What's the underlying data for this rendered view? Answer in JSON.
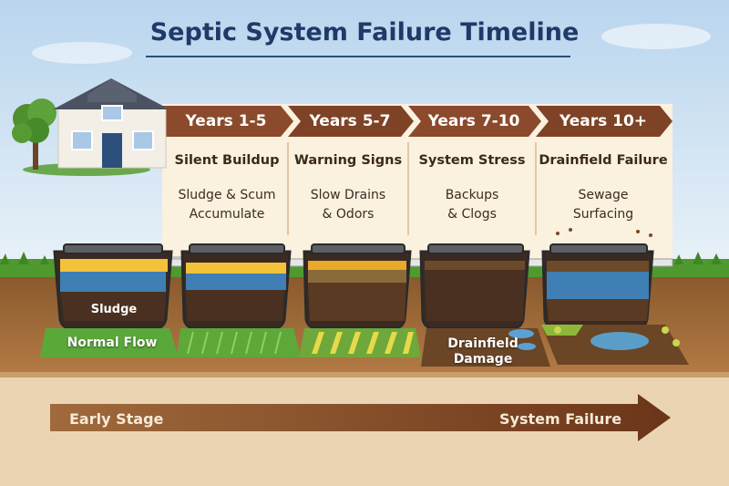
{
  "title": "Septic System Failure Timeline",
  "stages": [
    {
      "years": "Years 1-5",
      "title": "Silent Buildup",
      "description": [
        "Sludge & Scum",
        "Accumulate"
      ]
    },
    {
      "years": "Years 5-7",
      "title": "Warning Signs",
      "description": [
        "Slow Drains",
        "& Odors"
      ]
    },
    {
      "years": "Years 7-10",
      "title": "System Stress",
      "description": [
        "Backups",
        "& Clogs"
      ]
    },
    {
      "years": "Years 10+",
      "title": "Drainfield Failure",
      "description": [
        "Sewage",
        "Surfacing"
      ]
    }
  ],
  "tank_label": "Sludge",
  "field_labels": {
    "normal": "Normal Flow",
    "damage": [
      "Drainfield",
      "Damage"
    ]
  },
  "progress_arrow": {
    "start_label": "Early Stage",
    "end_label": "System Failure"
  },
  "colors": {
    "title": "#1f3a68",
    "banner": "#8b4a2b",
    "panel": "#fbf1df",
    "sky_top": "#b7d4ec",
    "grass": "#4e9a2e",
    "soil": "#7a4a24",
    "arrow": "#7a3f24",
    "water": "#3f7fb3",
    "scum": "#f2c23a",
    "sludge": "#4a3020"
  }
}
